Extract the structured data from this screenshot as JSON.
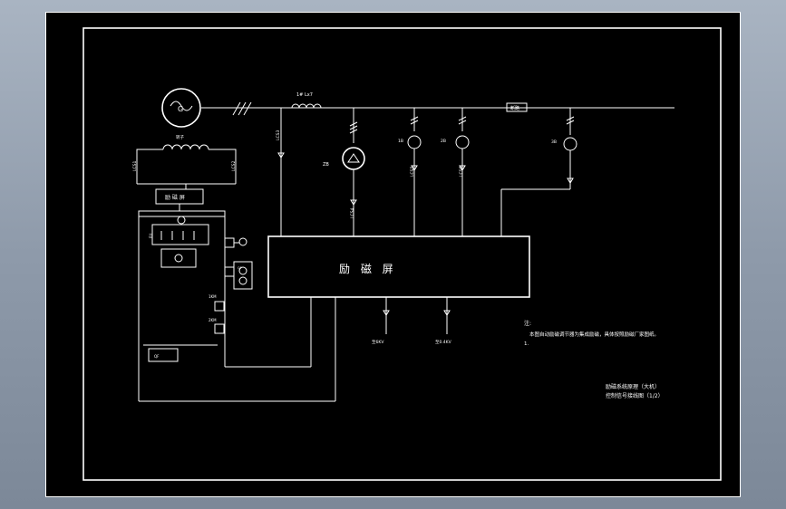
{
  "colors": {
    "background": "#000000",
    "line": "#ffffff",
    "desktop": "#8e9aaa"
  },
  "generator": {
    "symbol": "G"
  },
  "panels": {
    "excitation_panel": "励 磁 屏",
    "small_panel": "励 磁 屏",
    "breaker_box": "断路"
  },
  "labels": {
    "lcs_left": "LCS1",
    "lcs_right": "LCS2",
    "lcs_bus": "LCS3",
    "lcs_tf": "LCS4",
    "lcs_right_tf": "LCS5",
    "lcs_far": "LCS6",
    "reactor": "1# Lx7",
    "rotor": "转子",
    "tf_main": "ZB",
    "tf_1": "1B",
    "tf_2": "2B",
    "tf_3": "3B",
    "out_left": "至6KV",
    "out_right": "至0.4KV",
    "sw_a": "1KM",
    "sw_b": "2KM",
    "small_1": "FU",
    "small_2": "QF"
  },
  "notes": {
    "heading": "注:",
    "line1": "本图自动励磁调节器为集成励磁，具体按照励磁厂家图纸。",
    "line2": "1."
  },
  "title_block": {
    "line1": "励磁系统原理（大机）",
    "line2": "控制信号接线图（1/2）"
  }
}
